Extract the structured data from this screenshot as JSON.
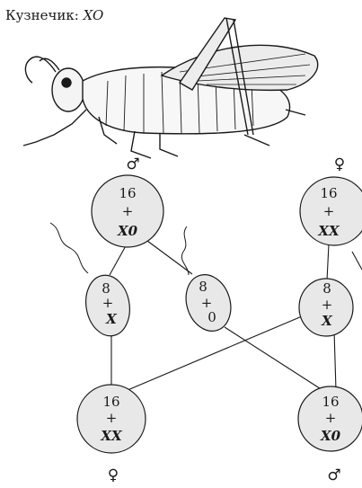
{
  "title": {
    "label": "Кузнечик:",
    "formula": "XO"
  },
  "cells": {
    "parent_male": {
      "top": "16",
      "mid": "+",
      "bottom": "X0"
    },
    "parent_female": {
      "top": "16",
      "mid": "+",
      "bottom": "XX"
    },
    "sperm_x": {
      "top": "8",
      "mid": "+",
      "bottom": "X"
    },
    "sperm_0": {
      "top": "8",
      "mid": "+",
      "bottom": "0"
    },
    "egg_x": {
      "top": "8",
      "mid": "+",
      "bottom": "X"
    },
    "offspring_female": {
      "top": "16",
      "mid": "+",
      "bottom": "XX"
    },
    "offspring_male": {
      "top": "16",
      "mid": "+",
      "bottom": "X0"
    }
  },
  "symbols": {
    "male": "♂",
    "female": "♀"
  }
}
